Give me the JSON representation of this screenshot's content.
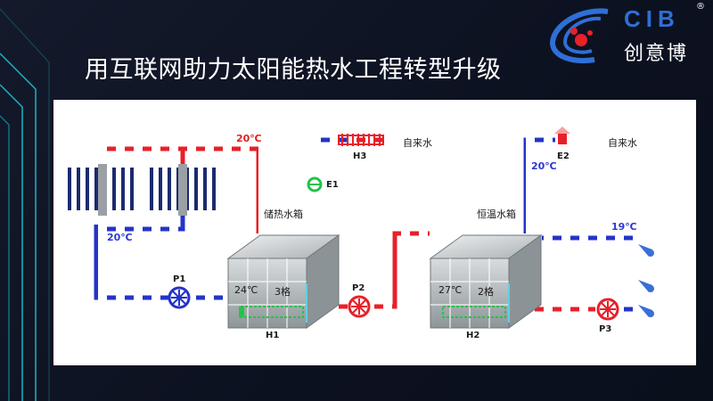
{
  "slide": {
    "title": "用互联网助力太阳能热水工程转型升级",
    "logo": {
      "letters": "CIB",
      "cn": "创意博",
      "reg": "®"
    }
  },
  "diagram": {
    "labels": {
      "storage_tank": "储热水箱",
      "constant_tank": "恒温水箱",
      "tap_water_1": "自来水",
      "tap_water_2": "自来水",
      "p1": "P1",
      "p2": "P2",
      "p3": "P3",
      "h1": "H1",
      "h2": "H2",
      "h3": "H3",
      "e1": "E1",
      "e2": "E2"
    },
    "temps": {
      "collector_top": "20℃",
      "collector_left": "20℃",
      "h1_temp": "24℃",
      "h1_level": "3格",
      "h2_temp": "27℃",
      "h2_level": "2格",
      "e2_pipe": "20℃",
      "outlet": "19℃"
    },
    "colors": {
      "hot": "#e8202a",
      "cold": "#2533c9",
      "tank": "#9aa2a6"
    }
  }
}
